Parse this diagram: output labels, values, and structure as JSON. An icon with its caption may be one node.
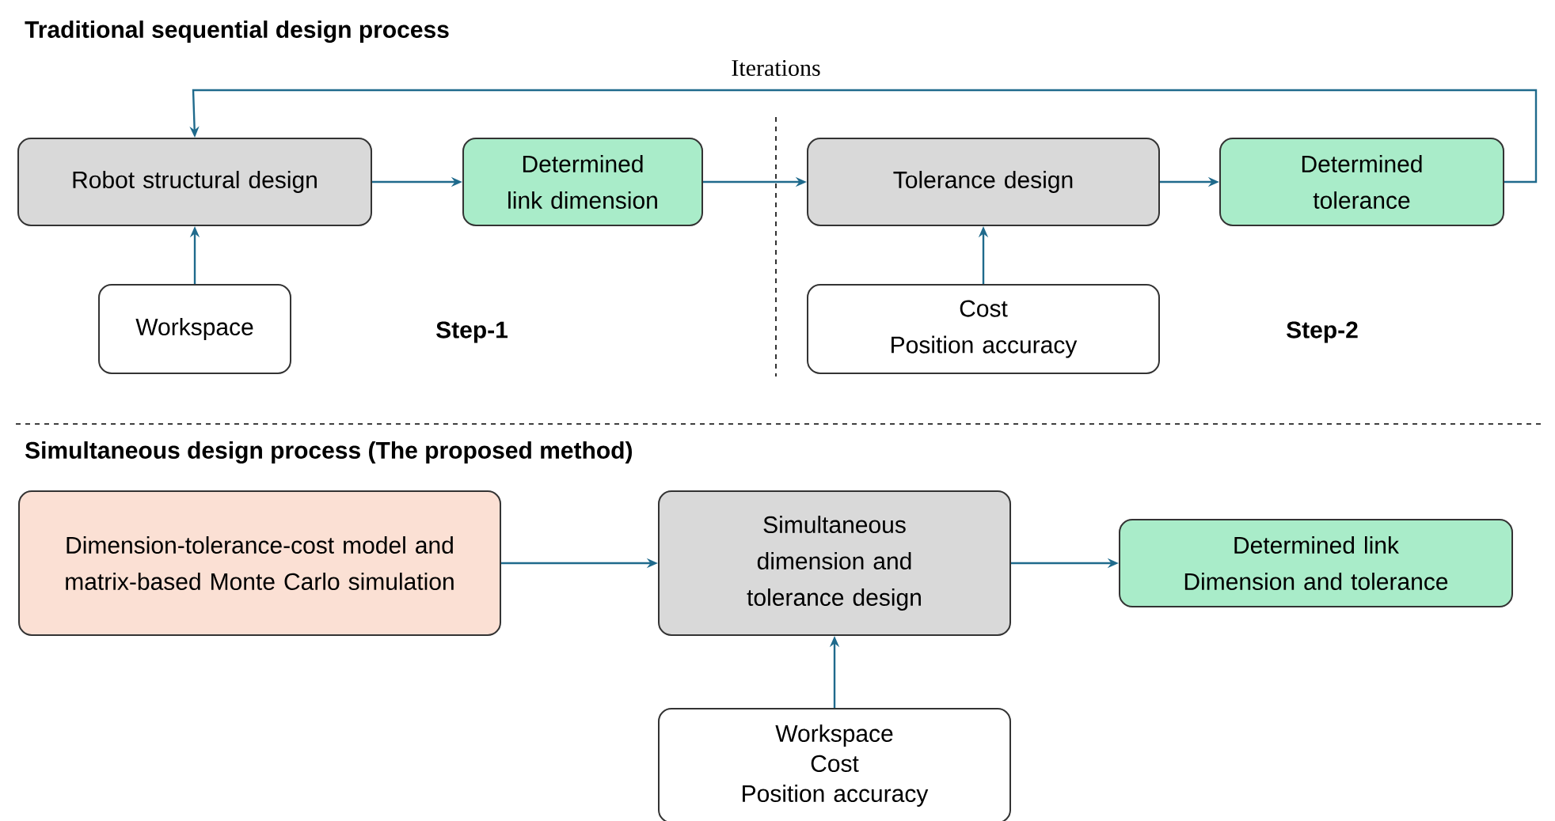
{
  "diagram": {
    "title": "Traditional sequential design process",
    "nodes": [
      {
        "text": [
          "Robot structural design"
        ]
      },
      {
        "text": [
          "Determined link dimension"
        ]
      },
      {
        "text": [
          "Tolerance design"
        ]
      },
      {
        "text": [
          "Determined tolerance"
        ]
      },
      {
        "text": [
          "Workspace"
        ]
      },
      {
        "text": [
          "Cost",
          "Position accuracy"
        ]
      },
      {
        "text": [
          "Dimension-tolerance-cost model and matrix-based Monte Carlo simulation"
        ]
      },
      {
        "text": [
          "Simultaneous dimension and tolerance design"
        ]
      },
      {
        "text": [
          "Determined link Dimension and tolerance"
        ]
      },
      {
        "text": [
          "Workspace",
          "Cost",
          "Position accuracy"
        ]
      }
    ],
    "edges": [
      {
        "from": 0,
        "to": 1,
        "arrow": "to"
      },
      {
        "from": 1,
        "to": 2,
        "arrow": "to"
      },
      {
        "from": 2,
        "to": 3,
        "arrow": "to"
      },
      {
        "from": 3,
        "to": 0,
        "arrow": "to",
        "label": "Iterations"
      },
      {
        "from": 4,
        "to": 0,
        "arrow": "to"
      },
      {
        "from": 5,
        "to": 2,
        "arrow": "to"
      },
      {
        "from": 6,
        "to": 7,
        "arrow": "to"
      },
      {
        "from": 7,
        "to": 8,
        "arrow": "to"
      },
      {
        "from": 9,
        "to": 7,
        "arrow": "to"
      }
    ],
    "labels": [
      "Step-1",
      "Step-2",
      "Simultaneous design process (The proposed method)"
    ]
  }
}
